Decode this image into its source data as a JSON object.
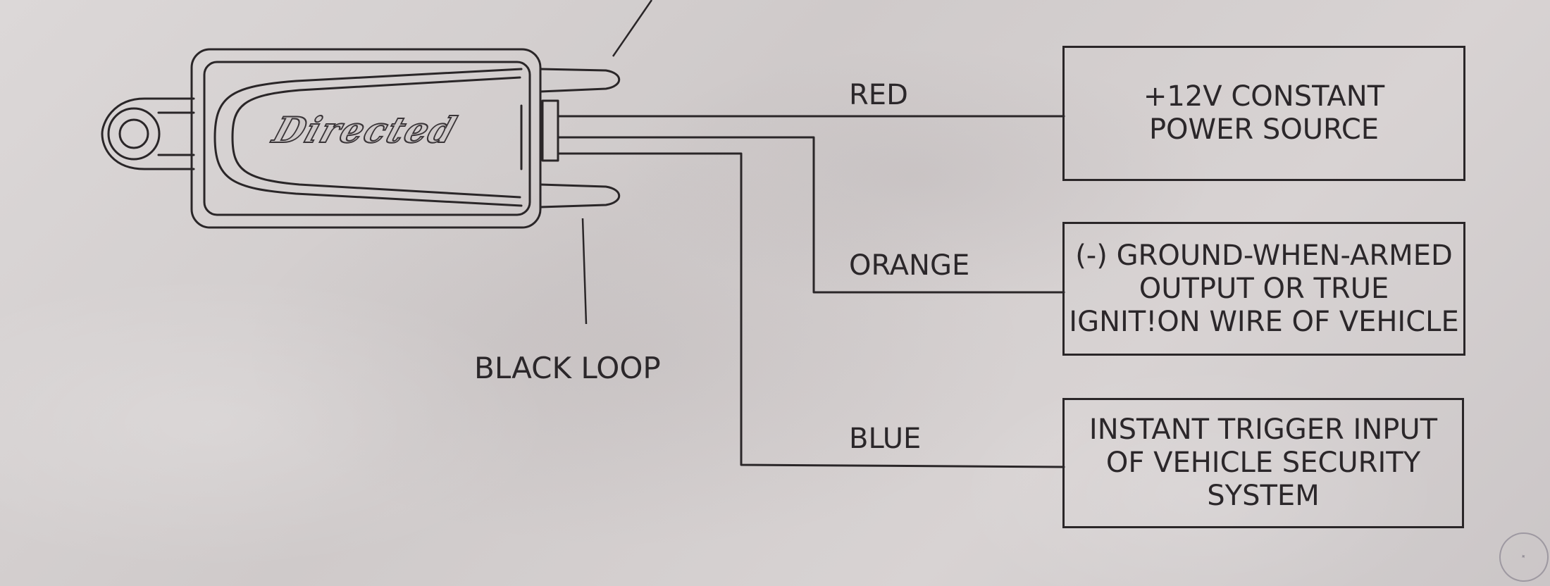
{
  "device": {
    "brand": "Directed"
  },
  "wires": [
    {
      "id": "red",
      "label": "RED"
    },
    {
      "id": "orange",
      "label": "ORANGE"
    },
    {
      "id": "blue",
      "label": "BLUE"
    }
  ],
  "loop": {
    "label": "BLACK LOOP"
  },
  "boxes": [
    {
      "id": "power",
      "lines": [
        "+12V CONSTANT",
        "POWER SOURCE"
      ]
    },
    {
      "id": "ground",
      "lines": [
        "(-) GROUND-WHEN-ARMED",
        "OUTPUT OR TRUE",
        "IGNIT!ON WIRE OF VEHICLE"
      ]
    },
    {
      "id": "trigger",
      "lines": [
        "INSTANT TRIGGER INPUT",
        "OF VEHICLE SECURITY",
        "SYSTEM"
      ]
    }
  ]
}
